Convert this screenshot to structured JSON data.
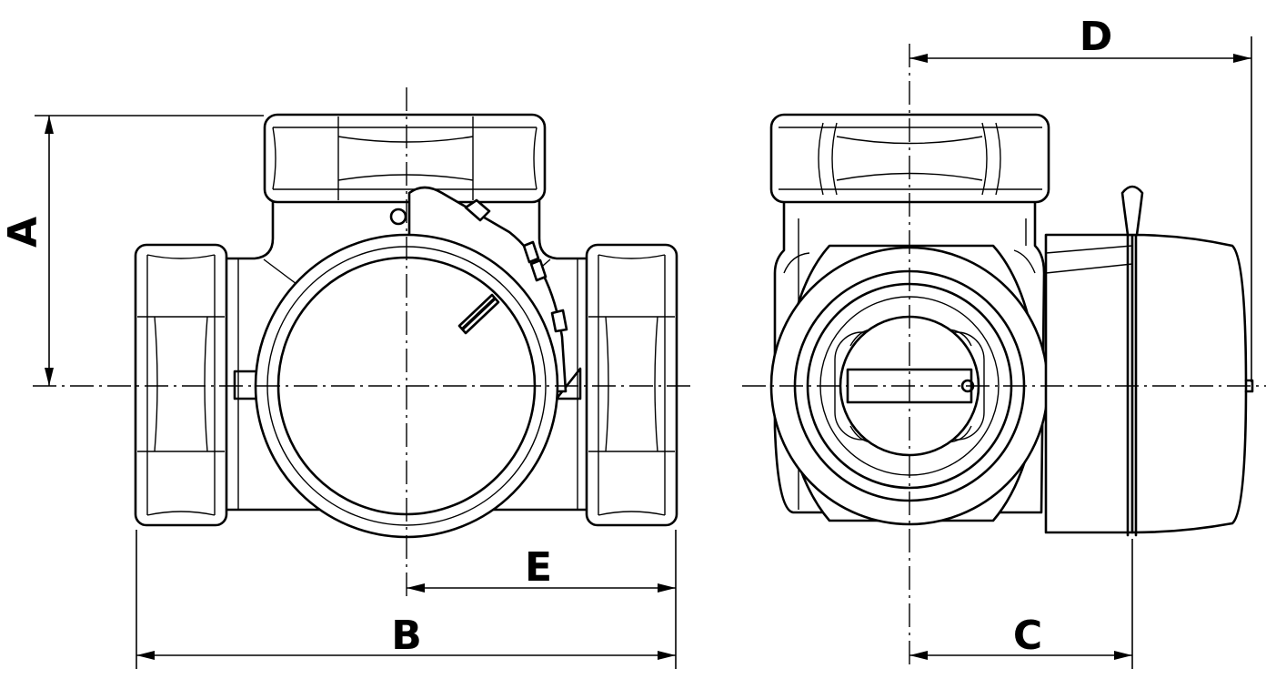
{
  "dimensions": {
    "A": "A",
    "B": "B",
    "C": "C",
    "D": "D",
    "E": "E"
  },
  "colors": {
    "line": "#000000",
    "background": "#ffffff"
  }
}
